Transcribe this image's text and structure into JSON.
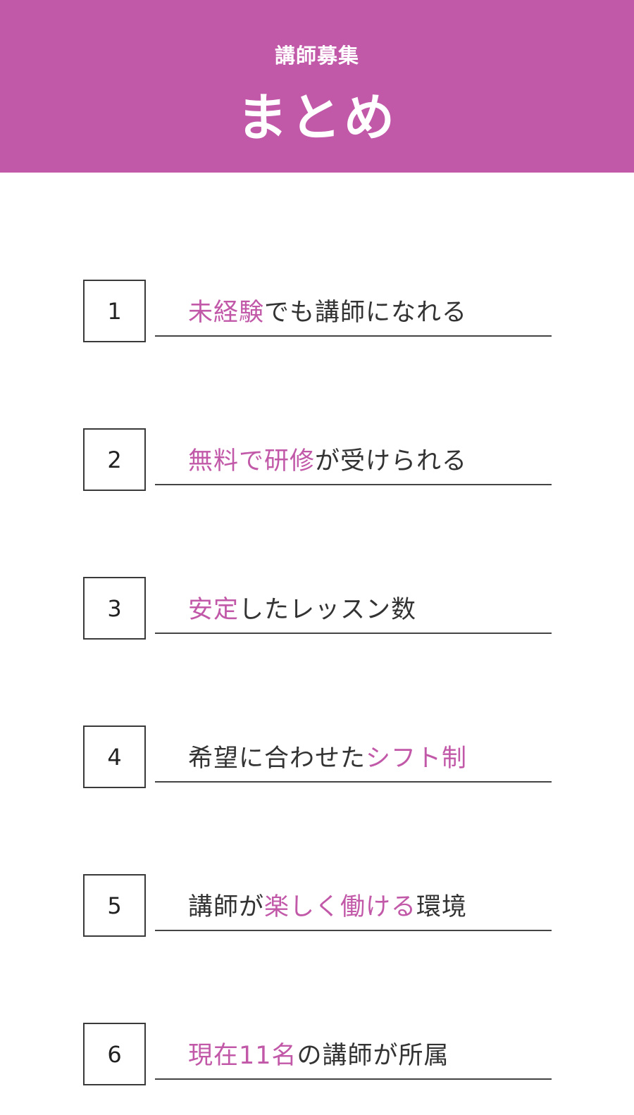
{
  "header": {
    "subtitle": "講師募集",
    "title": "まとめ"
  },
  "colors": {
    "accent": "#c158a8",
    "text": "#333333"
  },
  "items": [
    {
      "number": "1",
      "segments": [
        {
          "text": "未経験",
          "highlight": true
        },
        {
          "text": "でも講師になれる",
          "highlight": false
        }
      ]
    },
    {
      "number": "2",
      "segments": [
        {
          "text": "無料で研修",
          "highlight": true
        },
        {
          "text": "が受けられる",
          "highlight": false
        }
      ]
    },
    {
      "number": "3",
      "segments": [
        {
          "text": "安定",
          "highlight": true
        },
        {
          "text": "したレッスン数",
          "highlight": false
        }
      ]
    },
    {
      "number": "4",
      "segments": [
        {
          "text": "希望に合わせた",
          "highlight": false
        },
        {
          "text": "シフト制",
          "highlight": true
        }
      ]
    },
    {
      "number": "5",
      "segments": [
        {
          "text": "講師が",
          "highlight": false
        },
        {
          "text": "楽しく働ける",
          "highlight": true
        },
        {
          "text": "環境",
          "highlight": false
        }
      ]
    },
    {
      "number": "6",
      "segments": [
        {
          "text": "現在11名",
          "highlight": true
        },
        {
          "text": "の講師が所属",
          "highlight": false
        }
      ]
    }
  ]
}
